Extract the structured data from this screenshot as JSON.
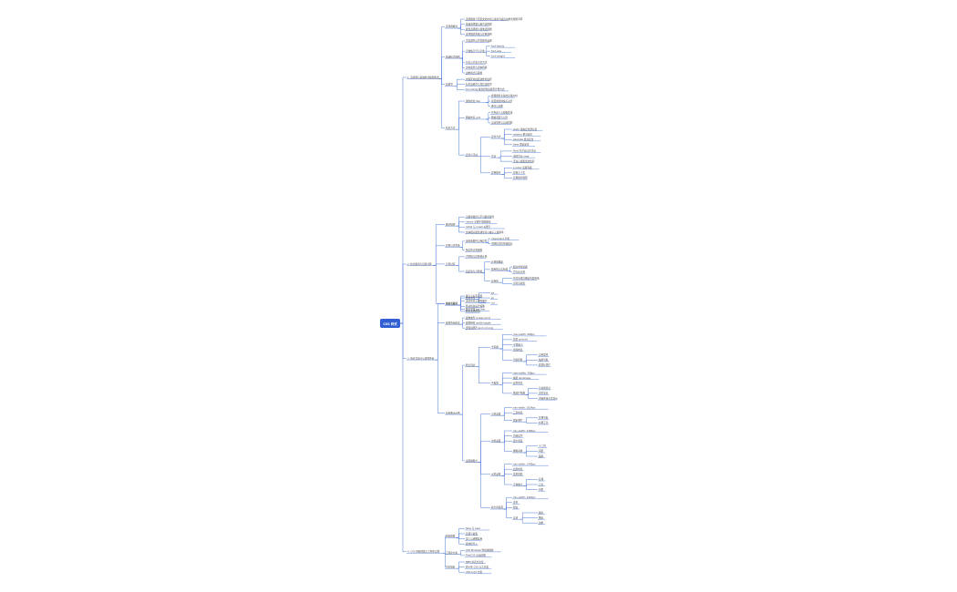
{
  "root": {
    "label": "CSS 样式"
  },
  "branches": [
    {
      "label": "1. 选择器与基础样式规则概述",
      "children": [
        {
          "label": "选择器概述",
          "children": [
            {
              "label": "选择器用于匹配文档中的元素并为其应用样式规则声明"
            },
            {
              "label": "基础选择器与组合选择器"
            },
            {
              "label": "属性选择器与伪类选择器"
            },
            {
              "label": "选择器优先级与层叠规则"
            }
          ]
        },
        {
          "label": "基础样式规则",
          "children": [
            {
              "label": "文本颜色与背景颜色设置"
            },
            {
              "label": "字体族字号与字重",
              "children": [
                {
                  "label": "font-family"
                },
                {
                  "label": "font-size"
                },
                {
                  "label": "font-weight"
                }
              ]
            },
            {
              "label": "行高与文本对齐方式"
            },
            {
              "label": "文本装饰与文本转换"
            },
            {
              "label": "边框样式与圆角"
            }
          ]
        },
        {
          "label": "盒模型",
          "children": [
            {
              "label": "内容区内边距边框外边距"
            },
            {
              "label": "标准盒模型与怪异盒模型"
            },
            {
              "label": "box-sizing 属性控制盒模型计算方式"
            }
          ]
        },
        {
          "label": "布局方式",
          "children": [
            {
              "label": "弹性布局 flex",
              "children": [
                {
                  "label": "容器属性主轴交叉轴方向"
                },
                {
                  "label": "项目属性伸缩与对齐"
                },
                {
                  "label": "换行与间距"
                }
              ]
            },
            {
              "label": "网格布局 grid",
              "children": [
                {
                  "label": "行列定义与模板区域"
                },
                {
                  "label": "网格间距与对齐"
                },
                {
                  "label": "自动填充与自动适配"
                }
              ]
            },
            {
              "label": "定位与浮动",
              "children": [
                {
                  "label": "定位方式",
                  "children": [
                    {
                      "label": "static 静态定位默认值"
                    },
                    {
                      "label": "relative 相对定位"
                    },
                    {
                      "label": "absolute 绝对定位"
                    },
                    {
                      "label": "fixed 固定定位"
                    }
                  ]
                },
                {
                  "label": "浮动",
                  "children": [
                    {
                      "label": "float 左浮动与右浮动"
                    },
                    {
                      "label": "清除浮动 clear"
                    },
                    {
                      "label": "浮动元素脱离文档流"
                    }
                  ]
                },
                {
                  "label": "层叠顺序",
                  "children": [
                    {
                      "label": "z-index 层叠等级"
                    },
                    {
                      "label": "层叠上下文"
                    },
                    {
                      "label": "层叠顺序规则"
                    }
                  ]
                }
              ]
            }
          ]
        }
      ]
    },
    {
      "label": "2. 样式继承与层叠计算",
      "children": [
        {
          "label": "继承规则",
          "children": [
            {
              "label": "可继承属性与不可继承属性"
            },
            {
              "label": "inherit 关键字强制继承"
            },
            {
              "label": "initial 与 unset 关键字"
            },
            {
              "label": "文本相关属性通常可以被子元素继承"
            }
          ]
        },
        {
          "label": "层叠与优先级",
          "children": [
            {
              "label": "来源重要性与特异性",
              "children": [
                {
                  "label": "!important 声明"
                },
                {
                  "label": "内联样式优先级最高"
                }
              ]
            },
            {
              "label": "特异性计算规则"
            }
          ]
        },
        {
          "label": "计算过程",
          "children": [
            {
              "label": "声明值与层叠值计算"
            },
            {
              "label": "指定值与计算值",
              "children": [
                {
                  "label": "计算值确定"
                },
                {
                  "label": "使用值与实际值",
                  "children": [
                    {
                      "label": "相对单位转换"
                    },
                    {
                      "label": "百分比计算"
                    }
                  ]
                },
                {
                  "label": "应用值",
                  "children": [
                    {
                      "label": "布局完成后确定的最终值"
                    },
                    {
                      "label": "实际渲染值"
                    }
                  ]
                }
              ]
            }
          ]
        },
        {
          "label": "单位与取值",
          "children": [
            {
              "label": "绝对单位",
              "children": [
                {
                  "label": "px"
                },
                {
                  "label": "pt"
                },
                {
                  "label": "cm"
                }
              ]
            },
            {
              "label": "相对单位 em rem"
            }
          ]
        }
      ]
    },
    {
      "label": "3. 响应式设计与媒体查询",
      "children": [
        {
          "label": "响应式设计",
          "children": [
            {
              "label": "视口元标签设置"
            },
            {
              "label": "流式布局与弹性图片"
            },
            {
              "label": "移动优先设计策略"
            },
            {
              "label": "断点选择原则"
            }
          ]
        },
        {
          "label": "媒体查询语法",
          "children": [
            {
              "label": "媒体类型 screen print"
            },
            {
              "label": "媒体特性 width height"
            },
            {
              "label": "逻辑运算符 and not only"
            }
          ]
        },
        {
          "label": "常用断点示例",
          "children": [
            {
              "label": "断点列表",
              "children": [
                {
                  "label": "手机端",
                  "children": [
                    {
                      "label": "max-width: 480px"
                    },
                    {
                      "label": "竖屏 portrait"
                    },
                    {
                      "label": "字体缩小"
                    },
                    {
                      "label": "单列布局"
                    },
                    {
                      "label": "导航折叠",
                      "children": [
                        {
                          "label": "汉堡菜单"
                        },
                        {
                          "label": "抽屉导航"
                        },
                        {
                          "label": "底部标签栏"
                        }
                      ]
                    }
                  ]
                },
                {
                  "label": "平板端",
                  "children": [
                    {
                      "label": "max-width: 768px"
                    },
                    {
                      "label": "横屏 landscape"
                    },
                    {
                      "label": "双列布局"
                    },
                    {
                      "label": "侧边栏隐藏",
                      "children": [
                        {
                          "label": "可切换显示"
                        },
                        {
                          "label": "浮层显示"
                        },
                        {
                          "label": "内容区域全宽显示"
                        }
                      ]
                    }
                  ]
                }
              ]
            },
            {
              "label": "桌面端断点",
              "children": [
                {
                  "label": "小屏桌面",
                  "children": [
                    {
                      "label": "min-width: 1024px"
                    },
                    {
                      "label": "三列布局"
                    },
                    {
                      "label": "固定侧栏",
                      "children": [
                        {
                          "label": "左侧导航"
                        },
                        {
                          "label": "右侧工具"
                        }
                      ]
                    }
                  ]
                },
                {
                  "label": "中屏桌面",
                  "children": [
                    {
                      "label": "min-width: 1280px"
                    },
                    {
                      "label": "内容居中"
                    },
                    {
                      "label": "最大宽度"
                    },
                    {
                      "label": "栅格系统",
                      "children": [
                        {
                          "label": "十二列"
                        },
                        {
                          "label": "间距"
                        },
                        {
                          "label": "偏移"
                        }
                      ]
                    }
                  ]
                },
                {
                  "label": "大屏桌面",
                  "children": [
                    {
                      "label": "min-width: 1440px"
                    },
                    {
                      "label": "四列布局"
                    },
                    {
                      "label": "宽屏适配"
                    },
                    {
                      "label": "字体放大",
                      "children": [
                        {
                          "label": "标题"
                        },
                        {
                          "label": "正文"
                        },
                        {
                          "label": "行距"
                        }
                      ]
                    }
                  ]
                },
                {
                  "label": "超大屏桌面",
                  "children": [
                    {
                      "label": "min-width: 1920px"
                    },
                    {
                      "label": "多列"
                    },
                    {
                      "label": "留白"
                    },
                    {
                      "label": "高清",
                      "children": [
                        {
                          "label": "图片"
                        },
                        {
                          "label": "图标"
                        },
                        {
                          "label": "边框"
                        }
                      ]
                    }
                  ]
                }
              ]
            }
          ]
        }
      ]
    },
    {
      "label": "4. CSS 预处理器与工程化实践",
      "children": [
        {
          "label": "预处理器",
          "children": [
            {
              "label": "Sass 与 Less"
            },
            {
              "label": "变量与嵌套"
            },
            {
              "label": "混入与函数复用"
            },
            {
              "label": "模块化导入"
            }
          ]
        },
        {
          "label": "工程化方案",
          "children": [
            {
              "label": "CSS Modules 作用域隔离"
            },
            {
              "label": "PostCSS 自动前缀"
            }
          ]
        },
        {
          "label": "命名规范",
          "children": [
            {
              "label": "BEM 命名方法论"
            },
            {
              "label": "原子化 CSS 与工具类"
            },
            {
              "label": "CSS-in-JS 方案"
            }
          ]
        }
      ]
    }
  ]
}
